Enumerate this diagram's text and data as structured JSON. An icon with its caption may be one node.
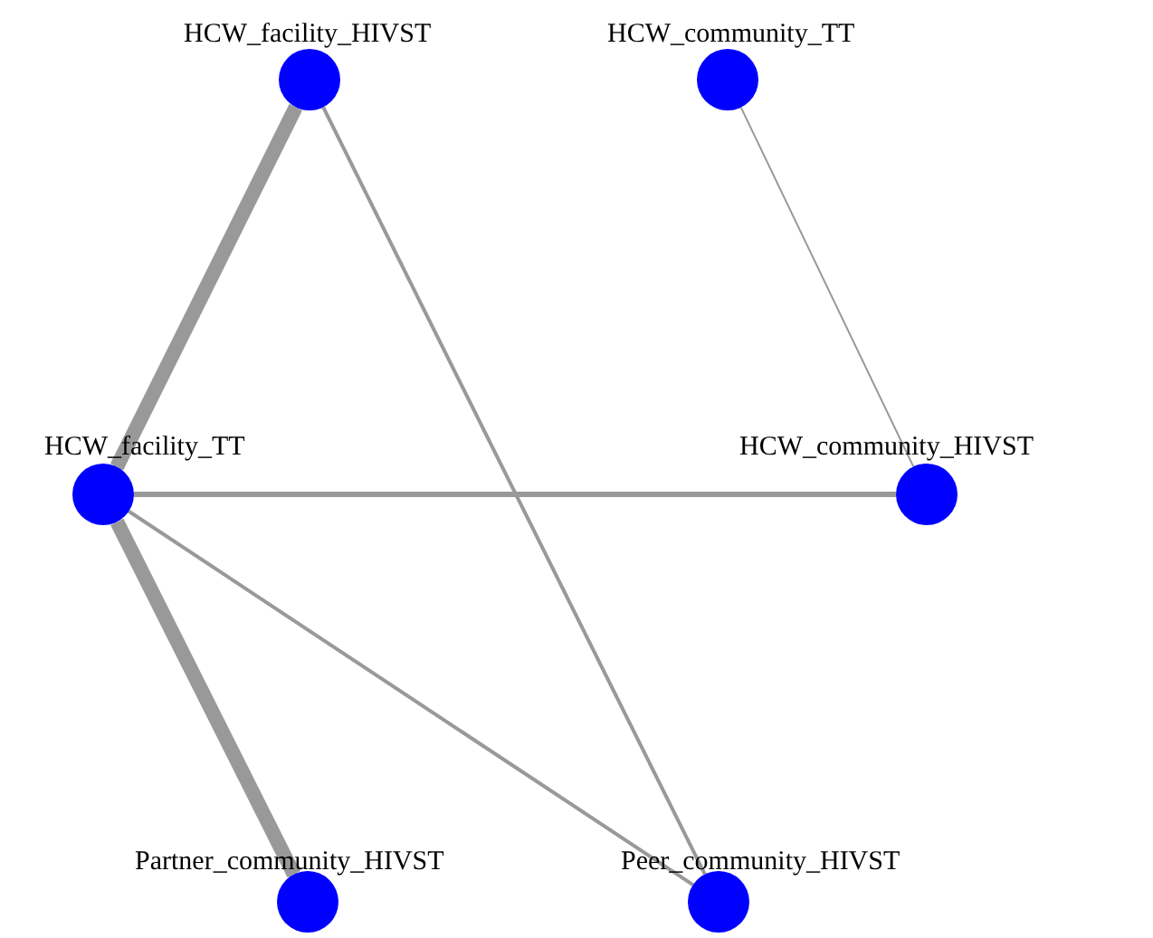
{
  "diagram": {
    "nodes": [
      {
        "text": [
          "HCW_facility_HIVST"
        ]
      },
      {
        "text": [
          "HCW_community_TT"
        ]
      },
      {
        "text": [
          "HCW_facility_TT"
        ]
      },
      {
        "text": [
          "HCW_community_HIVST"
        ]
      },
      {
        "text": [
          "Partner_community_HIVST"
        ]
      },
      {
        "text": [
          "Peer_community_HIVST"
        ]
      }
    ],
    "edges": [
      {
        "from": 0,
        "to": 2,
        "arrow": "none",
        "style": "thick"
      },
      {
        "from": 0,
        "to": 5,
        "arrow": "none"
      },
      {
        "from": 1,
        "to": 3,
        "arrow": "none"
      },
      {
        "from": 2,
        "to": 3,
        "arrow": "none"
      },
      {
        "from": 2,
        "to": 4,
        "arrow": "none",
        "style": "thick"
      },
      {
        "from": 2,
        "to": 5,
        "arrow": "none"
      }
    ]
  }
}
